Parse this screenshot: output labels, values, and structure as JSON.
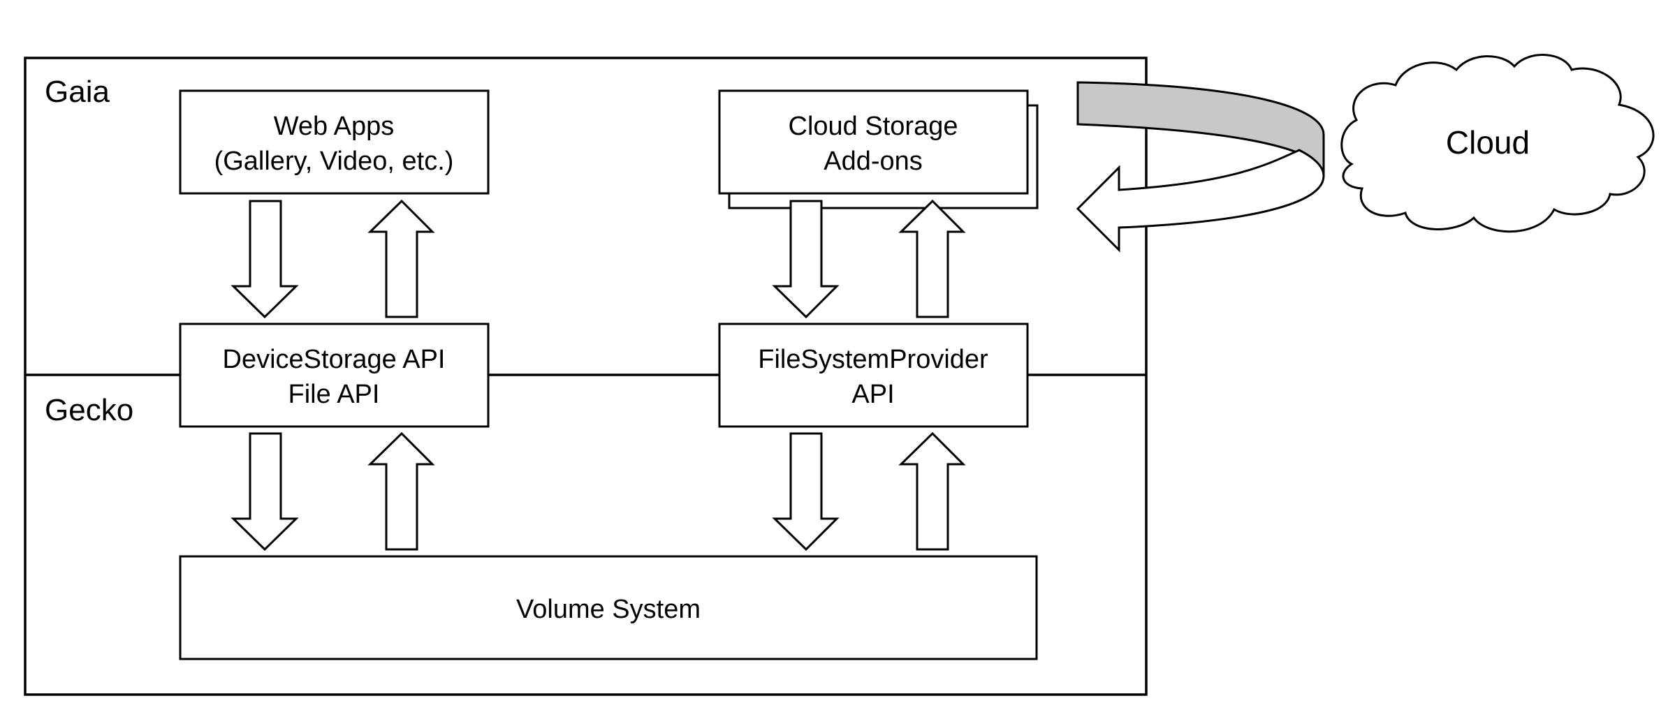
{
  "layers": {
    "gaia": "Gaia",
    "gecko": "Gecko"
  },
  "boxes": {
    "web_apps": {
      "line1": "Web Apps",
      "line2": "(Gallery, Video, etc.)"
    },
    "cloud_addons": {
      "line1": "Cloud Storage",
      "line2": "Add-ons"
    },
    "device_storage": {
      "line1": "DeviceStorage API",
      "line2": "File API"
    },
    "fs_provider": {
      "line1": "FileSystemProvider",
      "line2": "API"
    },
    "volume_system": {
      "line1": "Volume System"
    }
  },
  "cloud": {
    "label": "Cloud"
  },
  "colors": {
    "stroke": "#000000",
    "fill": "#ffffff",
    "band": "#c8c8c8"
  }
}
